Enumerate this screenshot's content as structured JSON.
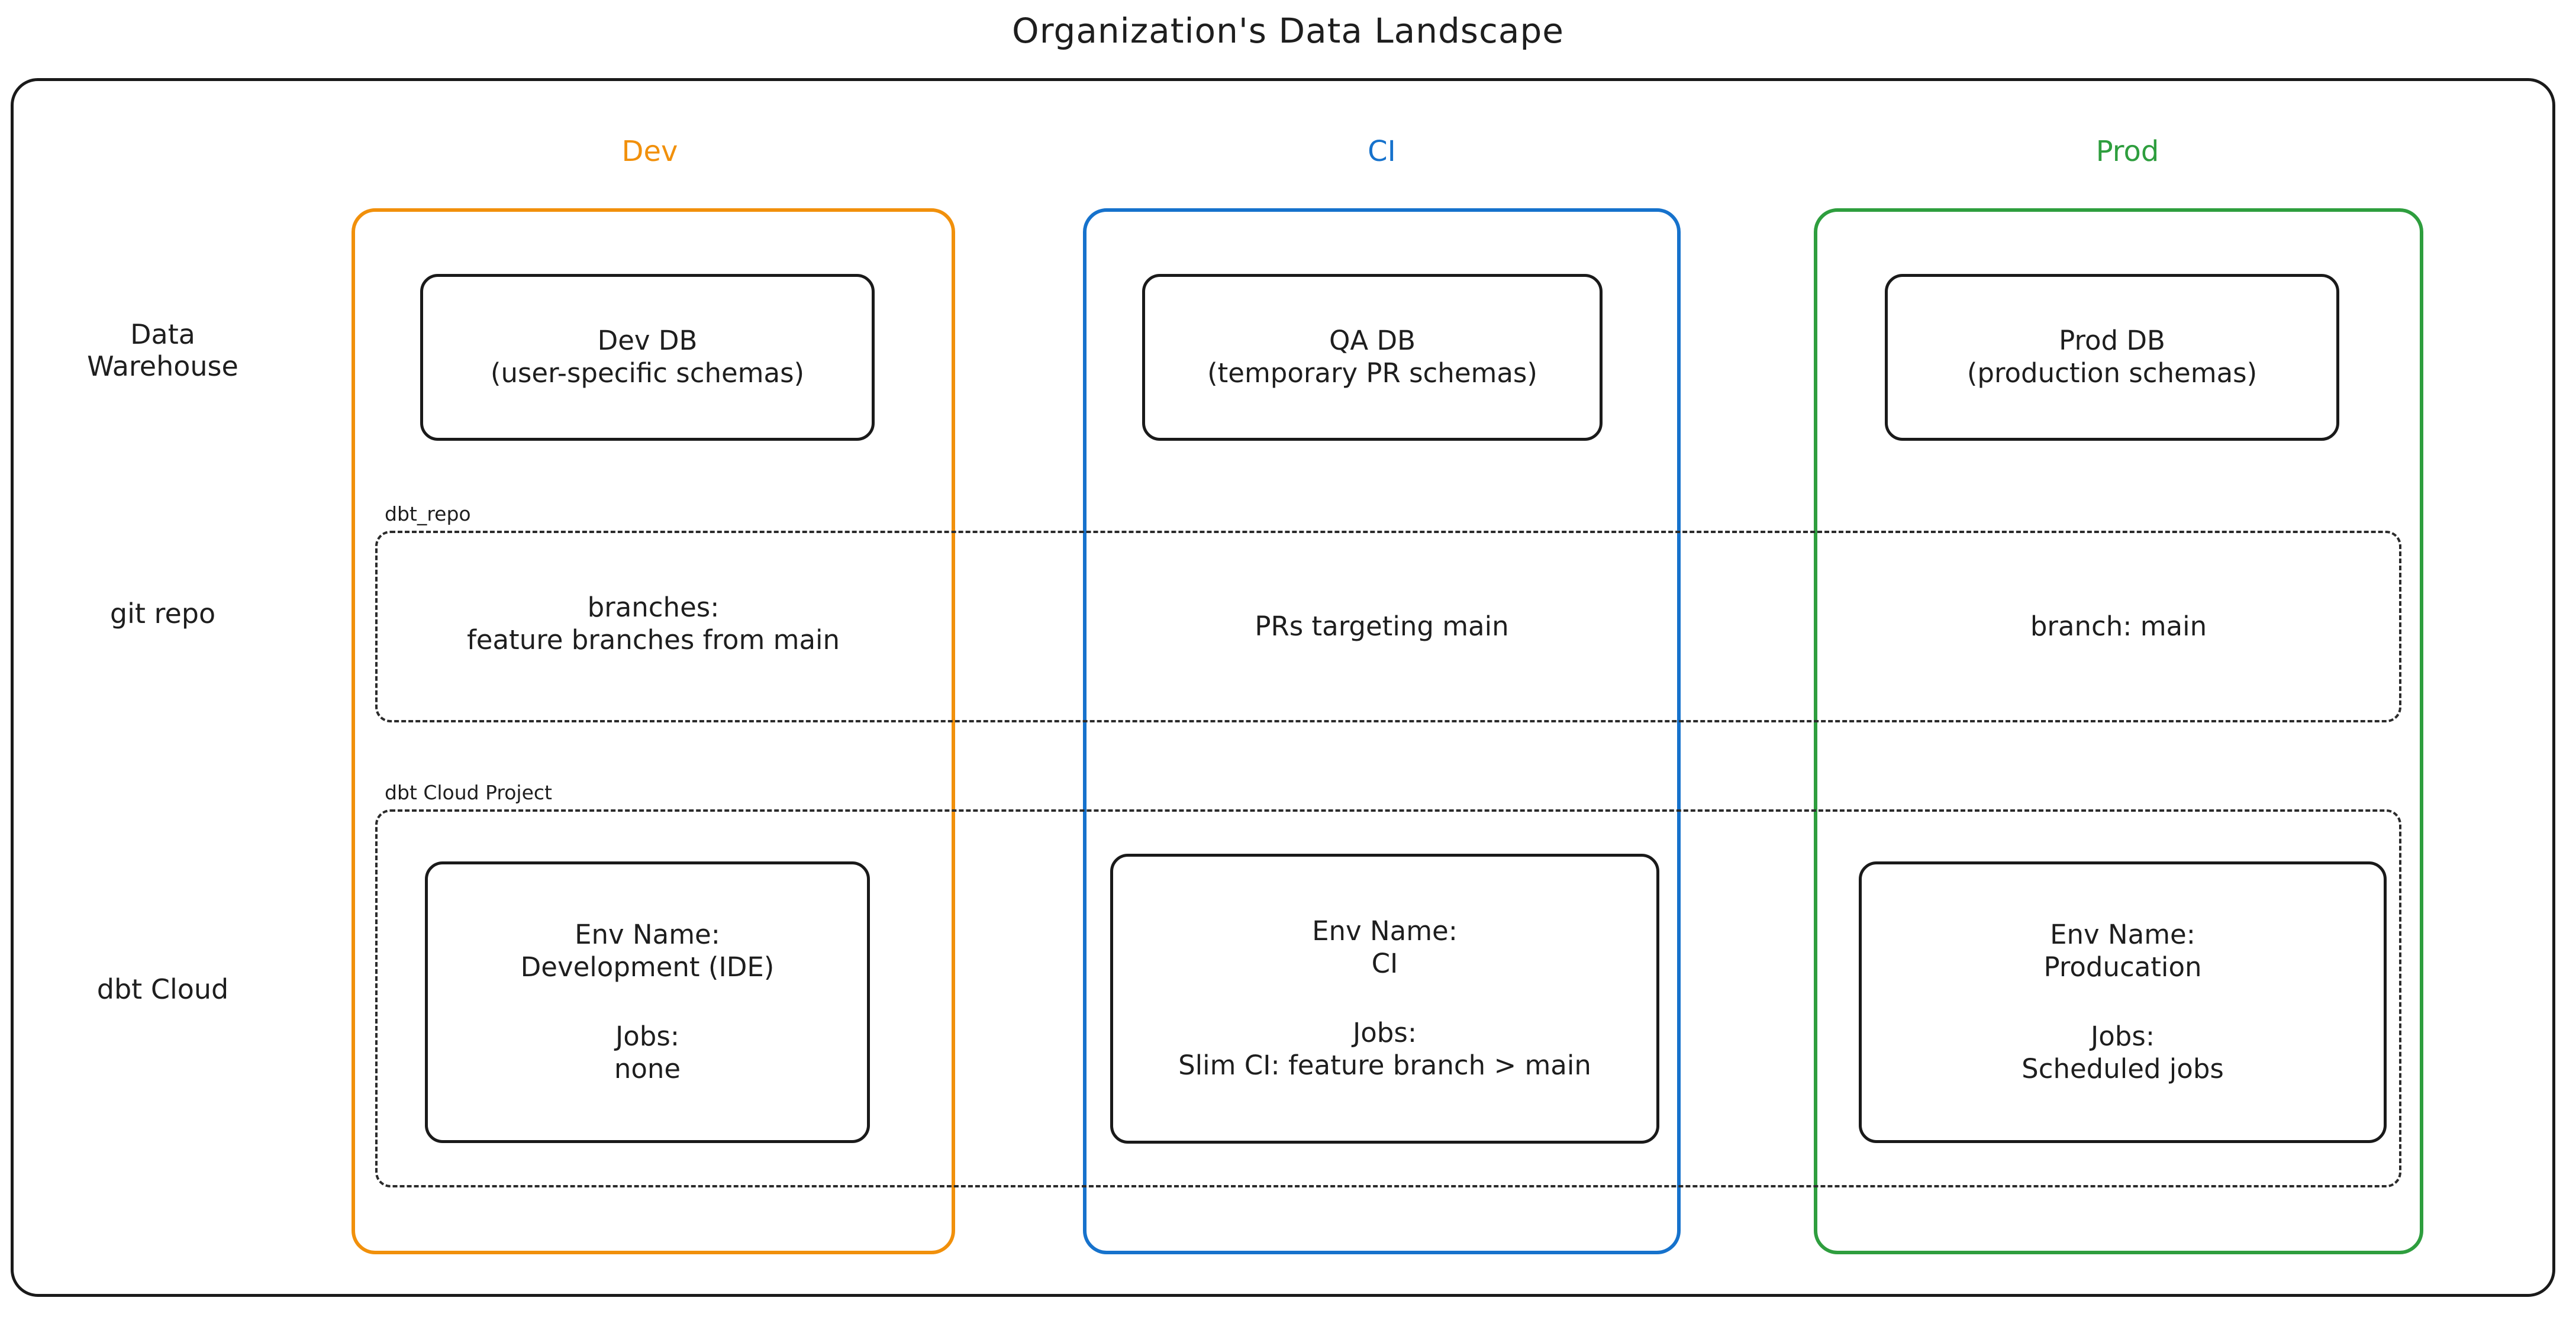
{
  "title": "Organization's Data Landscape",
  "colors": {
    "dev": "#f1900b",
    "ci": "#1672cc",
    "prod": "#2e9e3e",
    "ink": "#1e1e1e",
    "background": "#ffffff"
  },
  "row_labels": {
    "warehouse_line1": "Data",
    "warehouse_line2": "Warehouse",
    "git_repo": "git repo",
    "dbt_cloud": "dbt Cloud"
  },
  "columns": [
    {
      "key": "dev",
      "header": "Dev"
    },
    {
      "key": "ci",
      "header": "CI"
    },
    {
      "key": "prod",
      "header": "Prod"
    }
  ],
  "groups": {
    "git_repo_label": "dbt_repo",
    "dbt_cloud_label": "dbt Cloud Project"
  },
  "data_warehouse": {
    "dev": {
      "line1": "Dev DB",
      "line2": "(user-specific schemas)"
    },
    "ci": {
      "line1": "QA DB",
      "line2": "(temporary PR schemas)"
    },
    "prod": {
      "line1": "Prod DB",
      "line2": "(production schemas)"
    }
  },
  "git_repo": {
    "dev": {
      "line1": "branches:",
      "line2": "feature branches from main"
    },
    "ci": {
      "line1": "PRs targeting main",
      "line2": ""
    },
    "prod": {
      "line1": "branch: main",
      "line2": ""
    }
  },
  "dbt_cloud": {
    "dev": {
      "env_label": "Env Name:",
      "env_value": "Development (IDE)",
      "jobs_label": "Jobs:",
      "jobs_value": "none"
    },
    "ci": {
      "env_label": "Env Name:",
      "env_value": "CI",
      "jobs_label": "Jobs:",
      "jobs_value": "Slim CI: feature branch > main"
    },
    "prod": {
      "env_label": "Env Name:",
      "env_value": "Producation",
      "jobs_label": "Jobs:",
      "jobs_value": "Scheduled jobs"
    }
  }
}
